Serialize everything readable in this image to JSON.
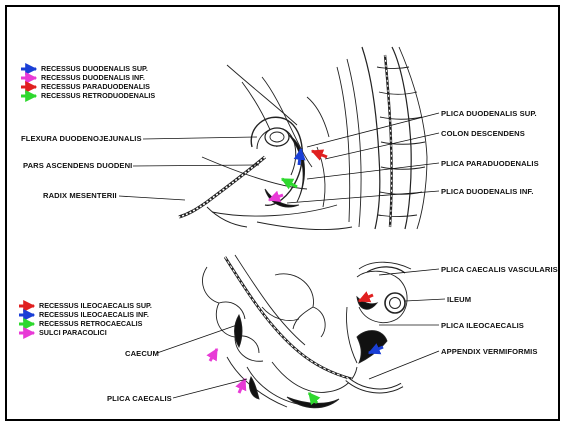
{
  "legend_top": [
    {
      "label": "RECESSUS DUODENALIS SUP.",
      "color": "#1a3fd6"
    },
    {
      "label": "RECESSUS DUODENALIS INF.",
      "color": "#e83ad6"
    },
    {
      "label": "RECESSUS PARADUODENALIS",
      "color": "#e02020"
    },
    {
      "label": "RECESSUS RETRODUODENALIS",
      "color": "#2ed82e"
    }
  ],
  "legend_bottom": [
    {
      "label": "RECESSUS ILEOCAECALIS SUP.",
      "color": "#e02020"
    },
    {
      "label": "RECESSUS ILEOCAECALIS INF.",
      "color": "#1a3fd6"
    },
    {
      "label": "RECESSUS RETROCAECALIS",
      "color": "#2ed82e"
    },
    {
      "label": "SULCI PARACOLICI",
      "color": "#e83ad6"
    }
  ],
  "labels_top": {
    "flexura": "FLEXURA DUODENOJEJUNALIS",
    "pars_ascendens": "PARS ASCENDENS DUODENI",
    "radix": "RADIX MESENTERII",
    "plica_duod_sup": "PLICA DUODENALIS SUP.",
    "colon_desc": "COLON DESCENDENS",
    "plica_paraduod": "PLICA PARADUODENALIS",
    "plica_duod_inf": "PLICA DUODENALIS INF."
  },
  "labels_bottom": {
    "plica_caec_vasc": "PLICA CAECALIS VASCULARIS",
    "ileum": "ILEUM",
    "plica_ileocaec": "PLICA ILEOCAECALIS",
    "appendix": "APPENDIX VERMIFORMIS",
    "caecum": "CAECUM",
    "plica_caecalis": "PLICA CAECALIS"
  }
}
